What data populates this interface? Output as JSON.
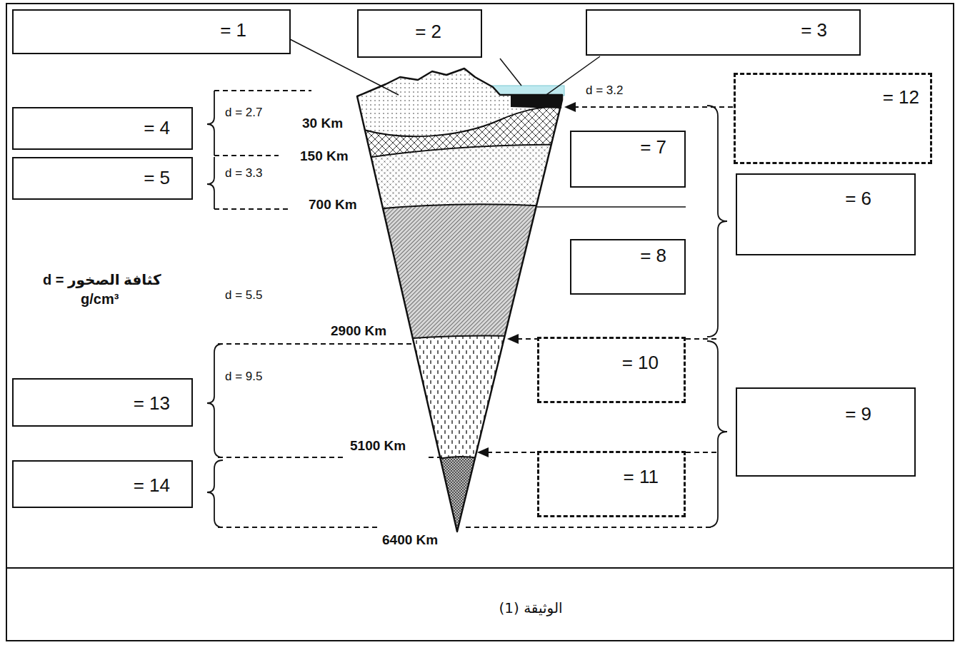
{
  "diagram": {
    "caption": "الوثيقة (1)",
    "nodes": [
      {
        "text": [
          "= 1"
        ]
      },
      {
        "text": [
          "= 2"
        ]
      },
      {
        "text": [
          "= 3"
        ]
      },
      {
        "text": [
          "= 4"
        ]
      },
      {
        "text": [
          "= 5"
        ]
      },
      {
        "text": [
          "= 6"
        ]
      },
      {
        "text": [
          "= 7"
        ]
      },
      {
        "text": [
          "= 8"
        ]
      },
      {
        "text": [
          "= 9"
        ]
      },
      {
        "text": [
          "= 10"
        ]
      },
      {
        "text": [
          "= 11"
        ]
      },
      {
        "text": [
          "= 12"
        ]
      },
      {
        "text": [
          "= 13"
        ]
      },
      {
        "text": [
          "= 14"
        ]
      }
    ],
    "labels": [
      "d = 3.2",
      "d = 2.7",
      "30 Km",
      "150 Km",
      "d = 3.3",
      "700 Km",
      "d = كثافة الصخور",
      "g/cm³",
      "d = 5.5",
      "2900 Km",
      "d = 9.5",
      "5100 Km",
      "6400 Km"
    ]
  }
}
